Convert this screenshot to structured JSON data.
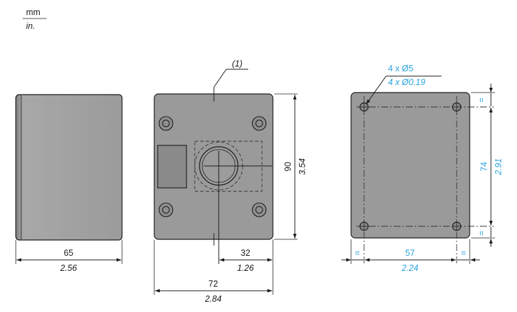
{
  "units": {
    "primary": "mm",
    "secondary": "in."
  },
  "callout": {
    "label": "(1)"
  },
  "side_view": {
    "width_mm": "65",
    "width_in": "2.56"
  },
  "front_view": {
    "height_mm": "90",
    "height_in": "3.54",
    "offset_mm": "32",
    "offset_in": "1.26",
    "width_mm": "72",
    "width_in": "2.84"
  },
  "rear_view": {
    "holes_mm": "4 x Ø5",
    "holes_in": "4 x Ø0.19",
    "vspacing_mm": "74",
    "vspacing_in": "2.91",
    "hspacing_mm": "57",
    "hspacing_in": "2.24",
    "equal": "="
  },
  "colors": {
    "dimension_blue": "#29a3dd",
    "body_gray": "#9a9a9a"
  }
}
